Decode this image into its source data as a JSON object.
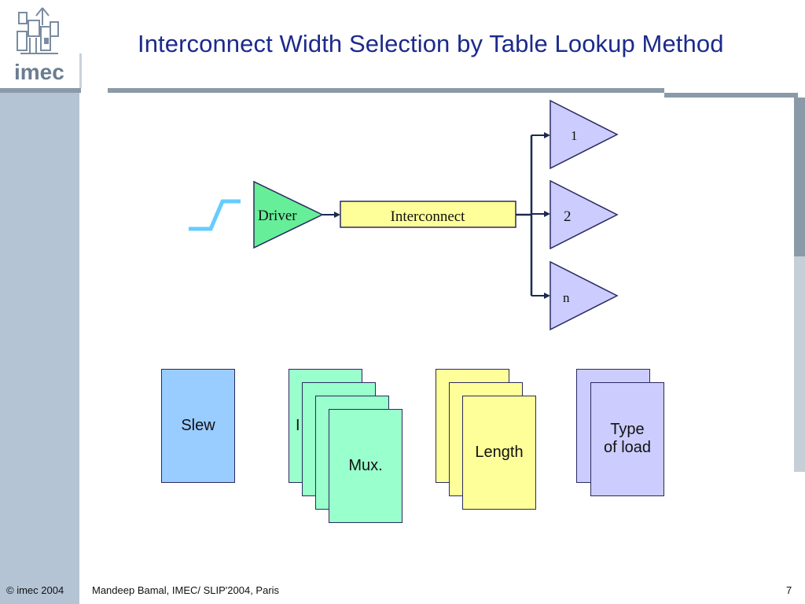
{
  "header": {
    "title": "Interconnect Width Selection by Table Lookup Method",
    "logo": "imec"
  },
  "diagram": {
    "driver_label": "Driver",
    "interconnect_label": "Interconnect",
    "loads": [
      "1",
      "2",
      "n"
    ]
  },
  "tables": {
    "slew": "Slew",
    "mux_hidden": "I",
    "mux": "Mux.",
    "length": "Length",
    "type_line1": "Type",
    "type_line2": "of load"
  },
  "footer": {
    "copyright": "© imec 2004",
    "author": "Mandeep Bamal, IMEC/ SLIP'2004, Paris",
    "page": "7"
  },
  "colors": {
    "title": "#1c2a8c",
    "driver": "#66ee99",
    "interconnect": "#ffff99",
    "load": "#ccccff"
  }
}
